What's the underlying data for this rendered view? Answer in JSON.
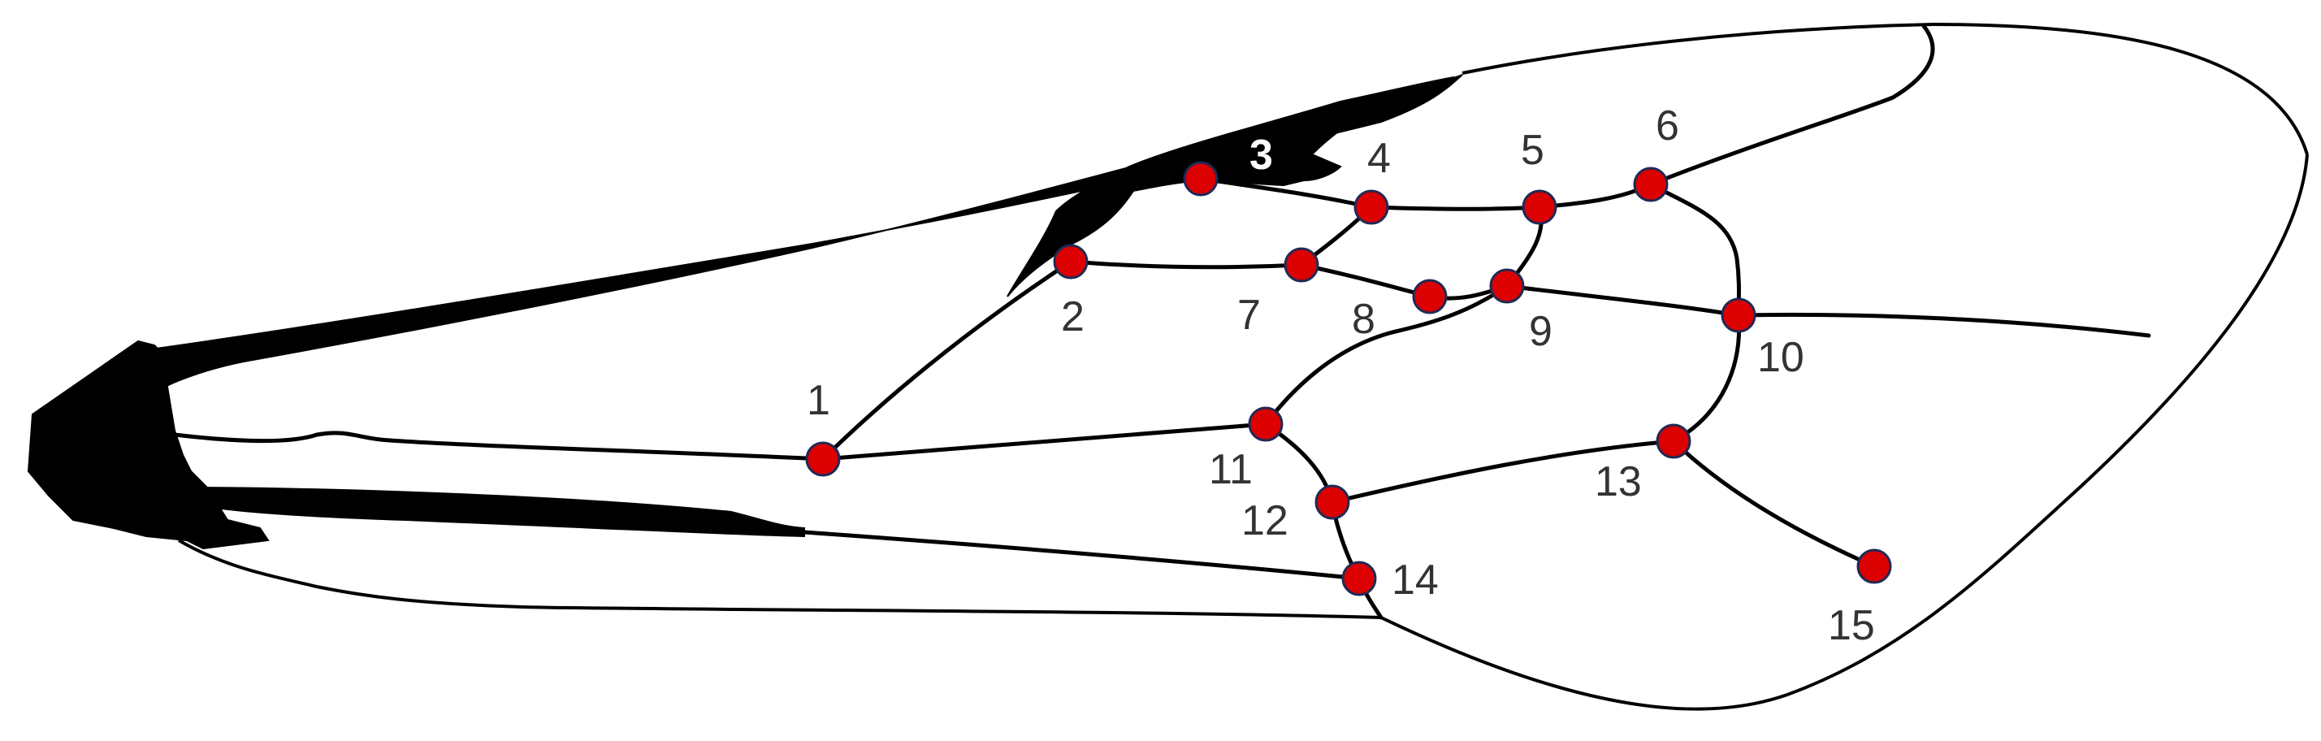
{
  "colors": {
    "landmark_fill": "#dd0000",
    "landmark_stroke": "#1f2a55",
    "vein": "#000000",
    "label": "#333333",
    "label_on_dark": "#ffffff",
    "background": "#ffffff"
  },
  "landmarks": [
    {
      "id": "1",
      "label": "1"
    },
    {
      "id": "2",
      "label": "2"
    },
    {
      "id": "3",
      "label": "3"
    },
    {
      "id": "4",
      "label": "4"
    },
    {
      "id": "5",
      "label": "5"
    },
    {
      "id": "6",
      "label": "6"
    },
    {
      "id": "7",
      "label": "7"
    },
    {
      "id": "8",
      "label": "8"
    },
    {
      "id": "9",
      "label": "9"
    },
    {
      "id": "10",
      "label": "10"
    },
    {
      "id": "11",
      "label": "11"
    },
    {
      "id": "12",
      "label": "12"
    },
    {
      "id": "13",
      "label": "13"
    },
    {
      "id": "14",
      "label": "14"
    },
    {
      "id": "15",
      "label": "15"
    }
  ]
}
